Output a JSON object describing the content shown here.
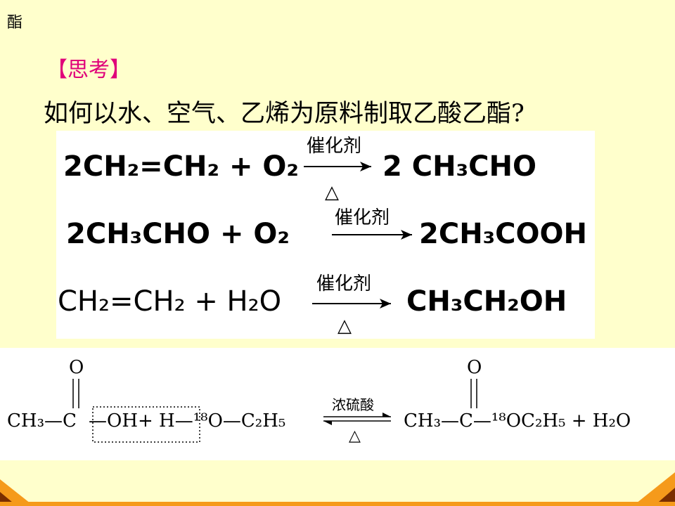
{
  "page": {
    "corner_title": "酯",
    "think_label": "【思考】",
    "question": "如何以水、空气、乙烯为原料制取乙酸乙酯?"
  },
  "reactions": [
    {
      "left": "2CH₂=CH₂  + O₂",
      "catalyst": "催化剂",
      "condition": "△",
      "right": "2 CH₃CHO"
    },
    {
      "left": "2CH₃CHO  +  O₂",
      "catalyst": "催化剂",
      "condition": "",
      "right": "2CH₃COOH"
    },
    {
      "left": "CH₂=CH₂  + H₂O",
      "catalyst": "催化剂",
      "condition": "△",
      "right": "CH₃CH₂OH"
    }
  ],
  "esterification": {
    "carbonyl_o": "O",
    "lhs_acid": "CH₃—C",
    "lhs_oh": "—OH",
    "lhs_rest": "+ H—¹⁸O—C₂H₅",
    "catalyst": "浓硫酸",
    "condition": "△",
    "rhs": "CH₃—C—¹⁸OC₂H₅ + H₂O",
    "rhs_carbonyl_o": "O"
  },
  "colors": {
    "background": "#FFFFCC",
    "accent": "#E0007A",
    "deco_orange": "#F59A1B",
    "deco_dark": "#7A2E00"
  }
}
